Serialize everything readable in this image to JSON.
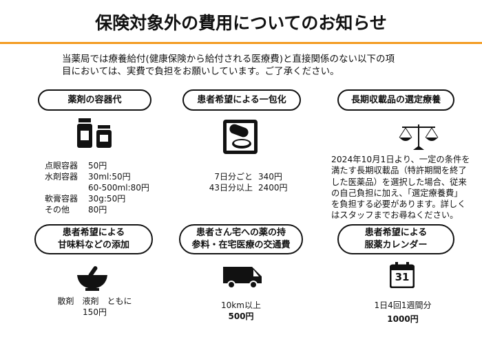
{
  "title": "保険対象外の費用についてのお知らせ",
  "intro": [
    "当薬局では療養給付(健康保険から給付される医療費)と直接関係のない以下の項",
    "目においては、実費で負担をお願いしています。ご了承ください。"
  ],
  "accent": "#f39a1e",
  "sections": [
    {
      "label": "薬剤の容器代",
      "icon": "medicine-bottles-icon",
      "rows": [
        [
          "点眼容器",
          "50円"
        ],
        [
          "水剤容器",
          "30ml:50円"
        ],
        [
          "",
          "60-500ml:80円"
        ],
        [
          "軟膏容器",
          "30g:50円"
        ],
        [
          "その他",
          "80円"
        ]
      ]
    },
    {
      "label": "患者希望による一包化",
      "icon": "pill-package-icon",
      "rows": [
        [
          "7日分ごと",
          "340円"
        ],
        [
          "43日分以上",
          "2400円"
        ]
      ]
    },
    {
      "label": "長期収載品の選定療養",
      "icon": "balance-scale-icon",
      "text": [
        "2024年10月1日より、一定の条件を",
        "満たす長期収載品（特許期間を終了",
        "した医薬品）を選択した場合、従来",
        "の自己負担に加え、「選定療養費」",
        "を負担する必要があります。詳しく",
        "はスタッフまでお尋ねください。"
      ]
    },
    {
      "label": [
        "患者希望による",
        "甘味料などの添加"
      ],
      "icon": "mortar-pestle-icon",
      "lines": [
        "散剤　液剤　ともに",
        "150円"
      ]
    },
    {
      "label": [
        "患者さん宅への薬の持",
        "参料・在宅医療の交通費"
      ],
      "icon": "delivery-van-icon",
      "lines": [
        "10km以上",
        "500円"
      ]
    },
    {
      "label": [
        "患者希望による",
        "服薬カレンダー"
      ],
      "icon": "calendar-icon",
      "calendar_day": "31",
      "lines": [
        "1日4回1週間分",
        "1000円"
      ]
    }
  ]
}
